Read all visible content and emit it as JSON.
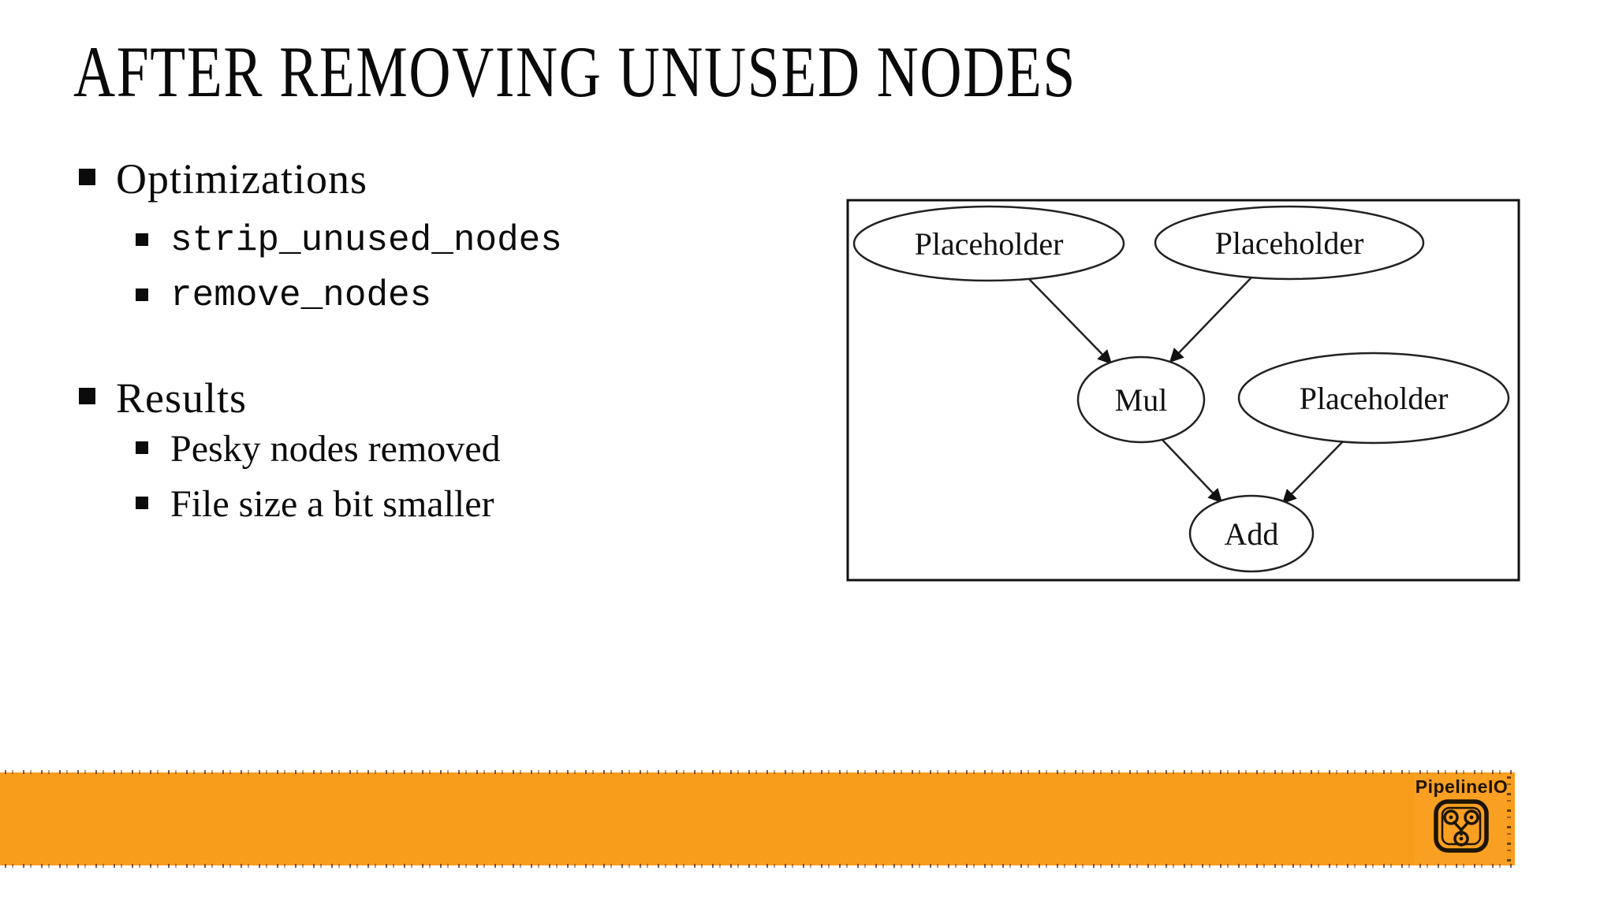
{
  "slide": {
    "title": "AFTER REMOVING UNUSED NODES",
    "bullets": [
      {
        "label": "Optimizations",
        "level": 1,
        "style": "normal"
      },
      {
        "label": "strip_unused_nodes",
        "level": 2,
        "style": "code"
      },
      {
        "label": "remove_nodes",
        "level": 2,
        "style": "code"
      },
      {
        "label": "Results",
        "level": 1,
        "style": "normal"
      },
      {
        "label": "Pesky nodes removed",
        "level": 2,
        "style": "normal"
      },
      {
        "label": "File size a bit smaller",
        "level": 2,
        "style": "normal"
      }
    ]
  },
  "diagram": {
    "type": "graph",
    "nodes": [
      {
        "id": "placeholder-1",
        "label": "Placeholder",
        "shape": "ellipse"
      },
      {
        "id": "placeholder-2",
        "label": "Placeholder",
        "shape": "ellipse"
      },
      {
        "id": "mul",
        "label": "Mul",
        "shape": "ellipse"
      },
      {
        "id": "placeholder-3",
        "label": "Placeholder",
        "shape": "ellipse"
      },
      {
        "id": "add",
        "label": "Add",
        "shape": "ellipse"
      }
    ],
    "edges": [
      {
        "from": "placeholder-1",
        "to": "mul"
      },
      {
        "from": "placeholder-2",
        "to": "mul"
      },
      {
        "from": "mul",
        "to": "add"
      },
      {
        "from": "placeholder-3",
        "to": "add"
      }
    ]
  },
  "footer": {
    "brand": "PipelineIO",
    "bar_color": "#F89C1C",
    "logo_color": "#1D1402"
  }
}
